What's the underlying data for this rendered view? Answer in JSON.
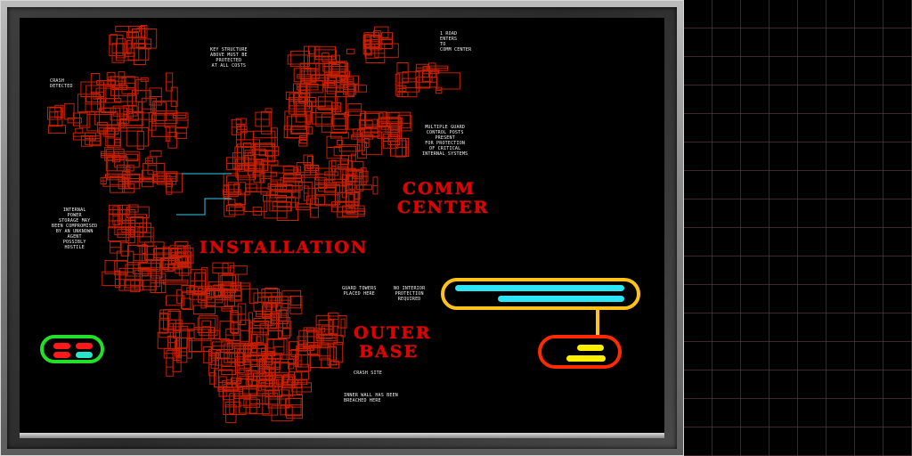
{
  "screen": {
    "labels": {
      "installation": "INSTALLATION",
      "comm_center_1": "COMM",
      "comm_center_2": "CENTER",
      "outer_base_1": "OUTER",
      "outer_base_2": "BASE"
    },
    "notes": {
      "key_structure": "KEY STRUCTURE\nABOVE MUST BE\nPROTECTED\nAT ALL COSTS",
      "one_road": "1 ROAD\nENTERS\nTO\nCOMM CENTER",
      "crash_site": "CRASH\nDETECTED",
      "multiple_guard": "MULTIPLE GUARD\nCONTROL POSTS\nPRESENT\nFOR PROTECTION\nOF CRITICAL\nINTERNAL SYSTEMS",
      "internal_power": "INTERNAL\nPOWER\nSTORAGE MAY\nBEEN COMPROMISED\nBY AN UNKNOWN\nAGENT\nPOSSIBLY\nHOSTILE",
      "guard_towers": "GUARD TOWERS\nPLACED HERE",
      "no_interior": "NO INTERIOR\nPROTECTION\nREQUIRED",
      "crash_site_2": "CRASH SITE",
      "inner_wall": "INNER WALL HAS BEEN\nBREACHED HERE"
    }
  },
  "indicators": {
    "left_pill": {
      "color": "#22e02a",
      "dots": [
        "#ff1a1a",
        "#ff1a1a",
        "#ff1a1a",
        "#2ae6c8"
      ]
    },
    "top_pill": {
      "color": "#ffc21a",
      "bars": [
        "#2ae6f4",
        "#2ae6f4"
      ]
    },
    "bottom_pill": {
      "color": "#ff2a00",
      "bars": [
        "#ffee00",
        "#ffee00"
      ]
    }
  },
  "colors": {
    "map_line": "#c82000",
    "conduit": "#35c8e8",
    "label_red": "#e00000"
  }
}
